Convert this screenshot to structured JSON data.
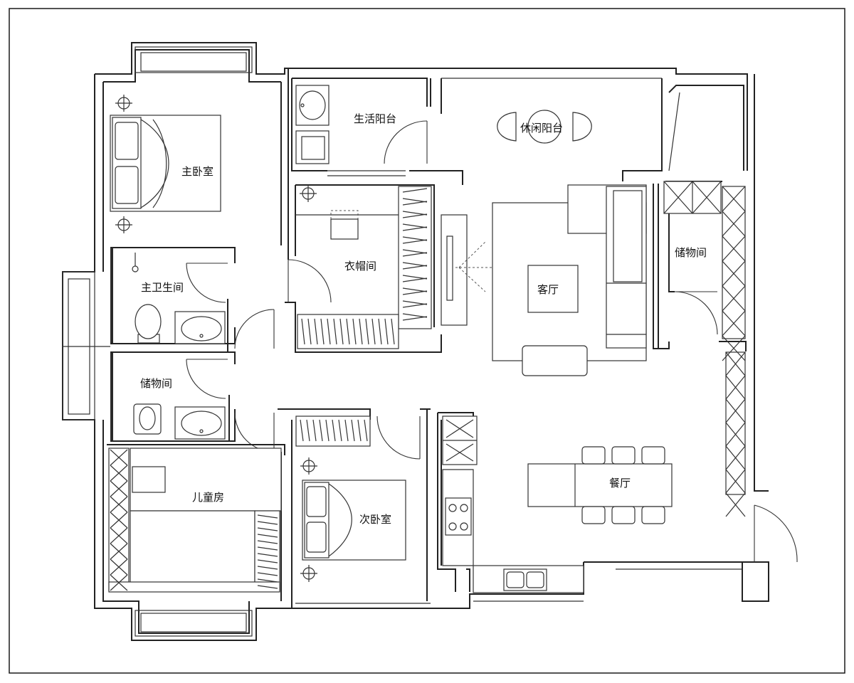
{
  "rooms": {
    "master_bedroom": "主卧室",
    "utility_balcony": "生活阳台",
    "leisure_balcony": "休闲阳台",
    "walk_in_closet": "衣帽间",
    "master_bathroom": "主卫生间",
    "storage_left": "储物间",
    "living_room": "客厅",
    "storage_right": "储物间",
    "kids_room": "儿童房",
    "second_bedroom": "次卧室",
    "dining_room": "餐厅"
  },
  "colors": {
    "line": "#222222",
    "background": "#ffffff"
  }
}
